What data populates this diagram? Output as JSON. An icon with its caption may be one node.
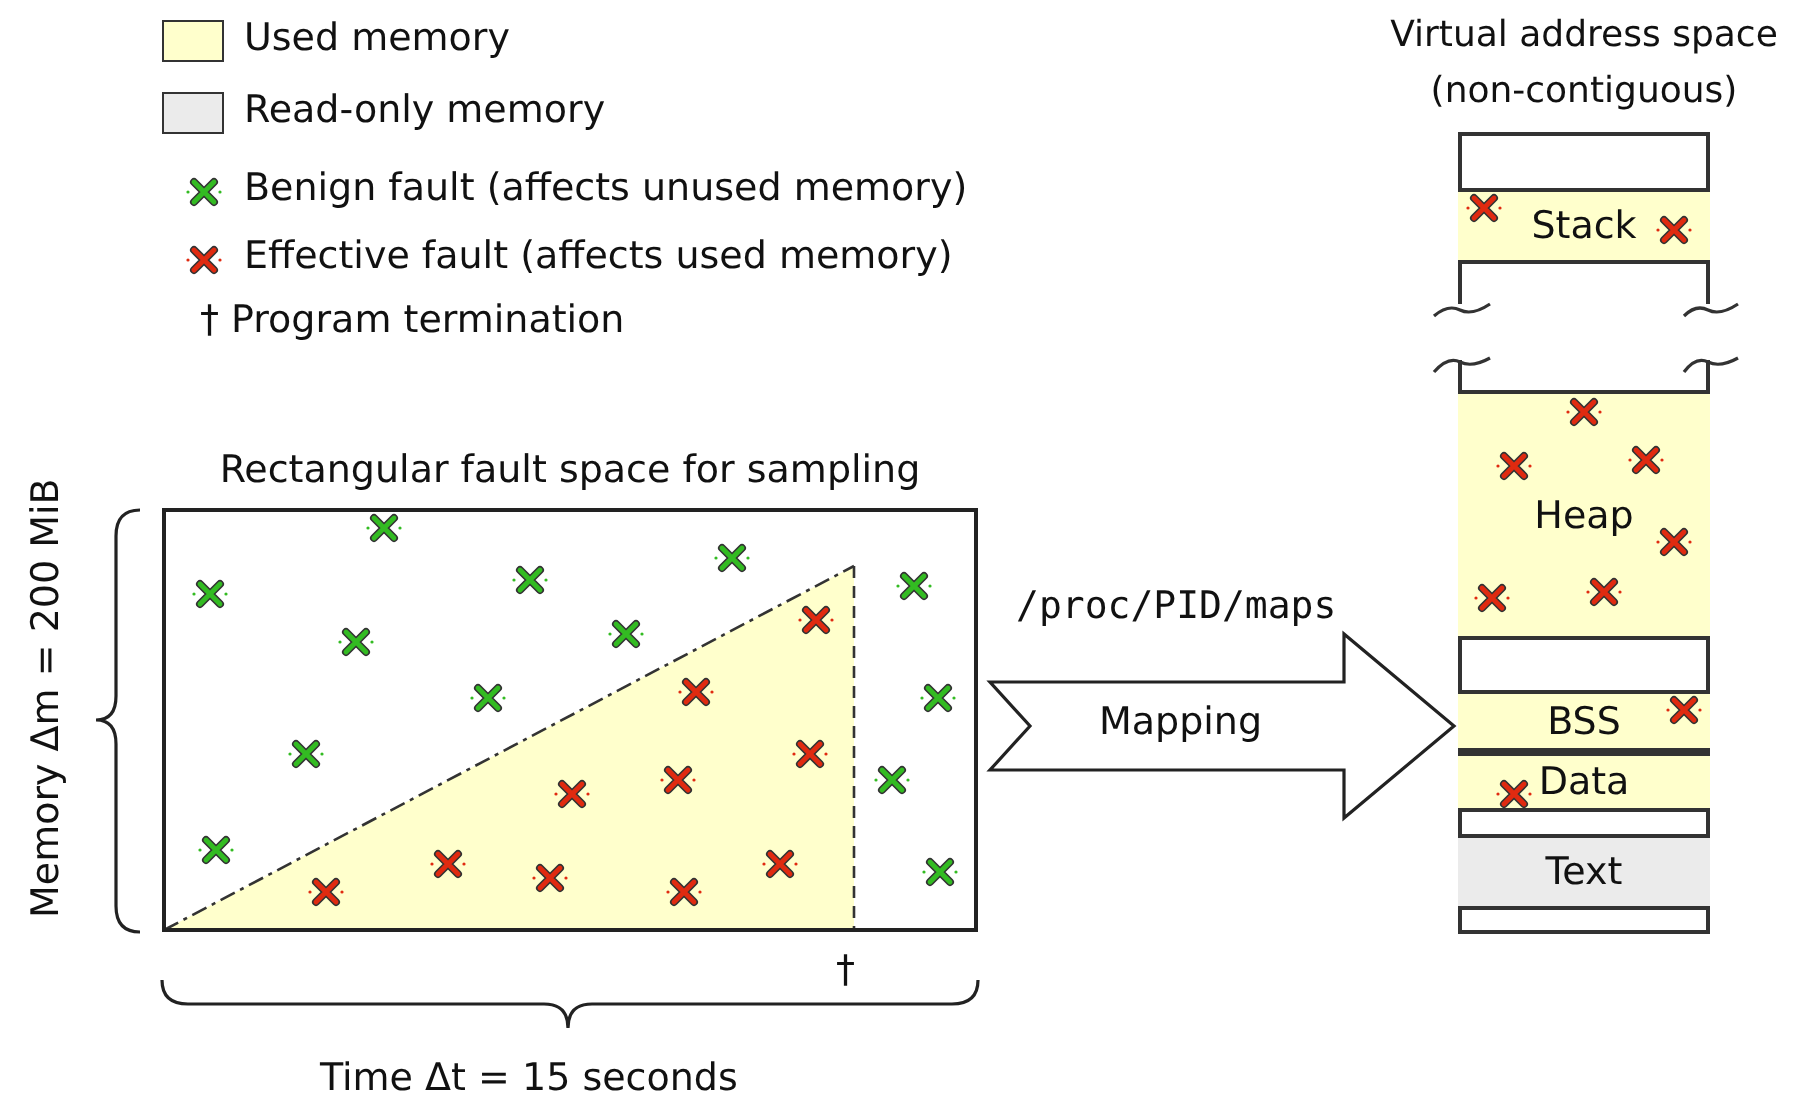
{
  "diagram": {
    "nodes": [
      {
        "text": [
          "Rectangular fault space for sampling"
        ]
      },
      {
        "text": [
          "Virtual address space (non-contiguous)"
        ]
      },
      {
        "text": [
          "Stack"
        ],
        "in": 1
      },
      {
        "text": [
          "Heap"
        ],
        "in": 1
      },
      {
        "text": [
          "BSS"
        ],
        "in": 1
      },
      {
        "text": [
          "Data"
        ],
        "in": 1
      },
      {
        "text": [
          "Text"
        ],
        "in": 1
      }
    ],
    "edges": [
      {
        "from": 0,
        "to": 1,
        "arrow": "to",
        "label": "Mapping"
      }
    ],
    "labels": [
      "Memory Δm = 200 MiB",
      "/proc/PID/maps",
      "†",
      "Time Δt = 15 seconds"
    ],
    "legend": [
      {
        "text": "Used memory",
        "color": "#ffffcc"
      },
      {
        "text": "Read-only memory",
        "color": "#ebebeb"
      },
      {
        "text": "Benign fault (affects unused memory)"
      },
      {
        "text": "Effective fault (affects used memory)"
      },
      {
        "text": "† Program termination"
      }
    ]
  }
}
